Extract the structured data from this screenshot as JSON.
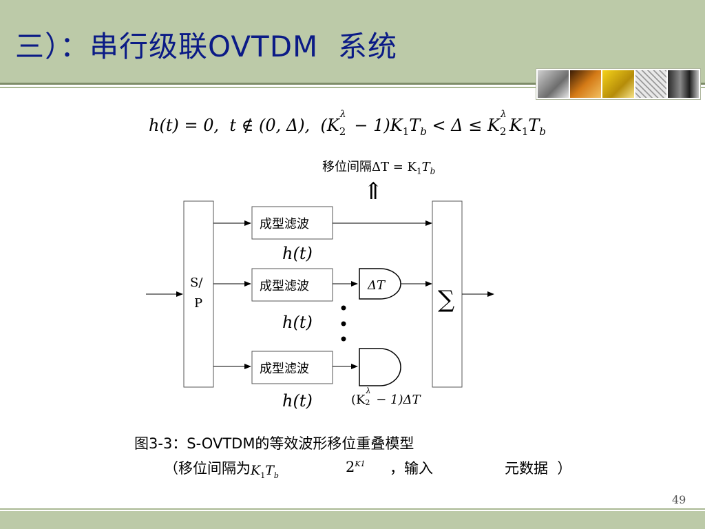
{
  "slide": {
    "title": "三）：串行级联OVTDM  系统",
    "page_number": "49"
  },
  "formula": {
    "h_of_t": "h(t) = 0,  t ∉ (0, Δ),  (K",
    "part2": " − 1)K",
    "part3": "T",
    "part4": " < Δ ≤ K",
    "part5": "K",
    "part6": "T",
    "sub2": "2",
    "sup_lambda": "λ",
    "sub1": "1",
    "subb": "b"
  },
  "shift": {
    "label": "移位间隔ΔT = K",
    "sub1": "1",
    "T": "T",
    "subb": "b",
    "arrow": "⇑"
  },
  "diagram": {
    "sp_label_top": "S/",
    "sp_label_bottom": "P",
    "filter_label": "成型滤波",
    "ht_label": "h(t)",
    "delay_label": "ΔT",
    "sum_symbol": "∑",
    "last_delay_label": "(K",
    "last_delay_sub": "2",
    "last_delay_sup": "λ",
    "last_delay_tail": " − 1)ΔT"
  },
  "caption": {
    "line1": "图3-3：S-OVTDM的等效波形移位重叠模型",
    "note_part1": "（移位间隔为",
    "note_K": "K",
    "note_K_sub": "1",
    "note_T": "T",
    "note_T_sub": "b",
    "note_part2": "，输入",
    "note_2": "2",
    "note_2_sup": "K1",
    "note_part3": "元数据  ）"
  },
  "colors": {
    "header": "#bccaa8",
    "title": "#0b1b86"
  }
}
